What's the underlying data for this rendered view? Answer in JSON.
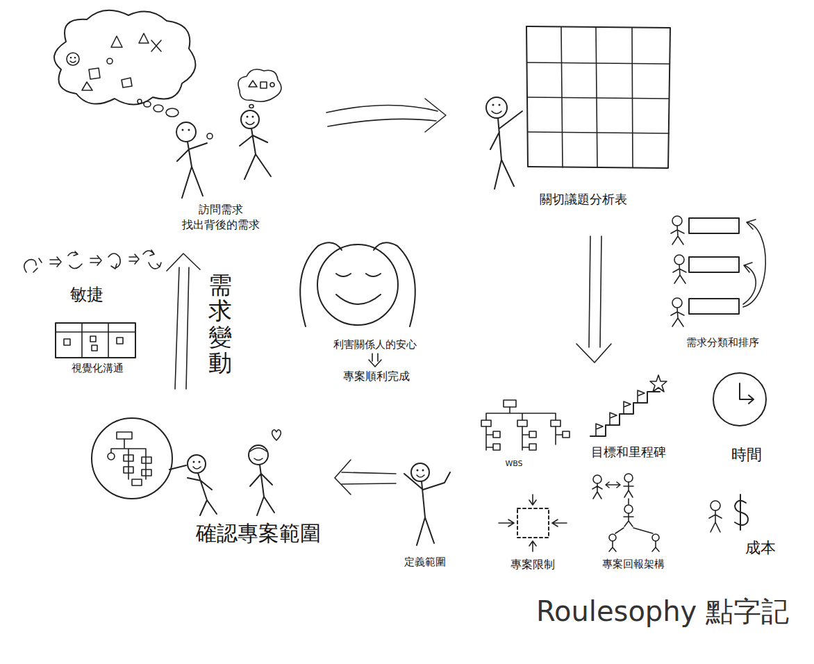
{
  "diagram": {
    "labels": [
      "訪問需求",
      "找出背後的需求",
      "關切議題分析表",
      "需求分類和排序",
      "敏捷",
      "視覺化溝通",
      "需求變動",
      "利害關係人的安心",
      "專案順利完成",
      "WBS",
      "目標和里程碑",
      "時間",
      "專案限制",
      "專案回報架構",
      "成本",
      "定義範圍",
      "確認專案範圍",
      "Roulesophy 點字記"
    ]
  }
}
